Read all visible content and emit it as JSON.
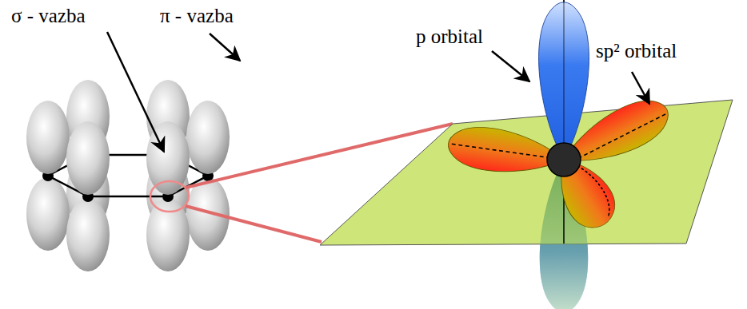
{
  "diagram": {
    "labels": [
      "σ - vazba",
      "π - vazba",
      "p orbital",
      "sp² orbital"
    ]
  }
}
